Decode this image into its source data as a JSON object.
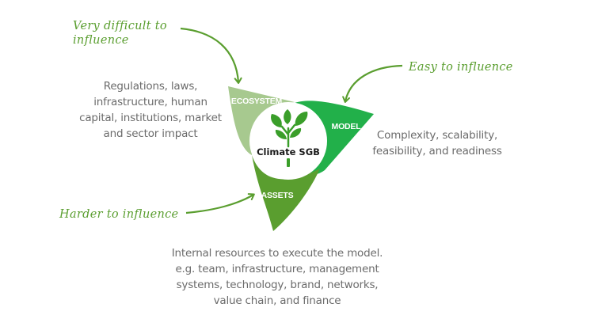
{
  "colors": {
    "ecosystem": "#a7c98f",
    "model": "#22b04a",
    "assets": "#5a9e2f",
    "annotation": "#5a9e2f",
    "text": "#6b6b6b",
    "plant": "#3a9e2a"
  },
  "center": {
    "label": "Climate SGB",
    "icon": "sprout-icon"
  },
  "petals": [
    {
      "id": "ecosystem",
      "label": "ECOSYSTEM"
    },
    {
      "id": "model",
      "label": "MODEL"
    },
    {
      "id": "assets",
      "label": "ASSETS"
    }
  ],
  "annotations": {
    "ecosystem": [
      "Very difficult to",
      "influence"
    ],
    "model": [
      "Easy to influence"
    ],
    "assets": [
      "Harder to influence"
    ]
  },
  "descriptions": {
    "ecosystem": [
      "Regulations, laws,",
      "infrastructure, human",
      "capital, institutions, market",
      "and sector impact"
    ],
    "model": [
      "Complexity, scalability,",
      "feasibility, and readiness"
    ],
    "assets": [
      "Internal resources to execute the model.",
      "e.g. team, infrastructure, management",
      "systems, technology, brand, networks,",
      "value chain, and finance"
    ]
  }
}
